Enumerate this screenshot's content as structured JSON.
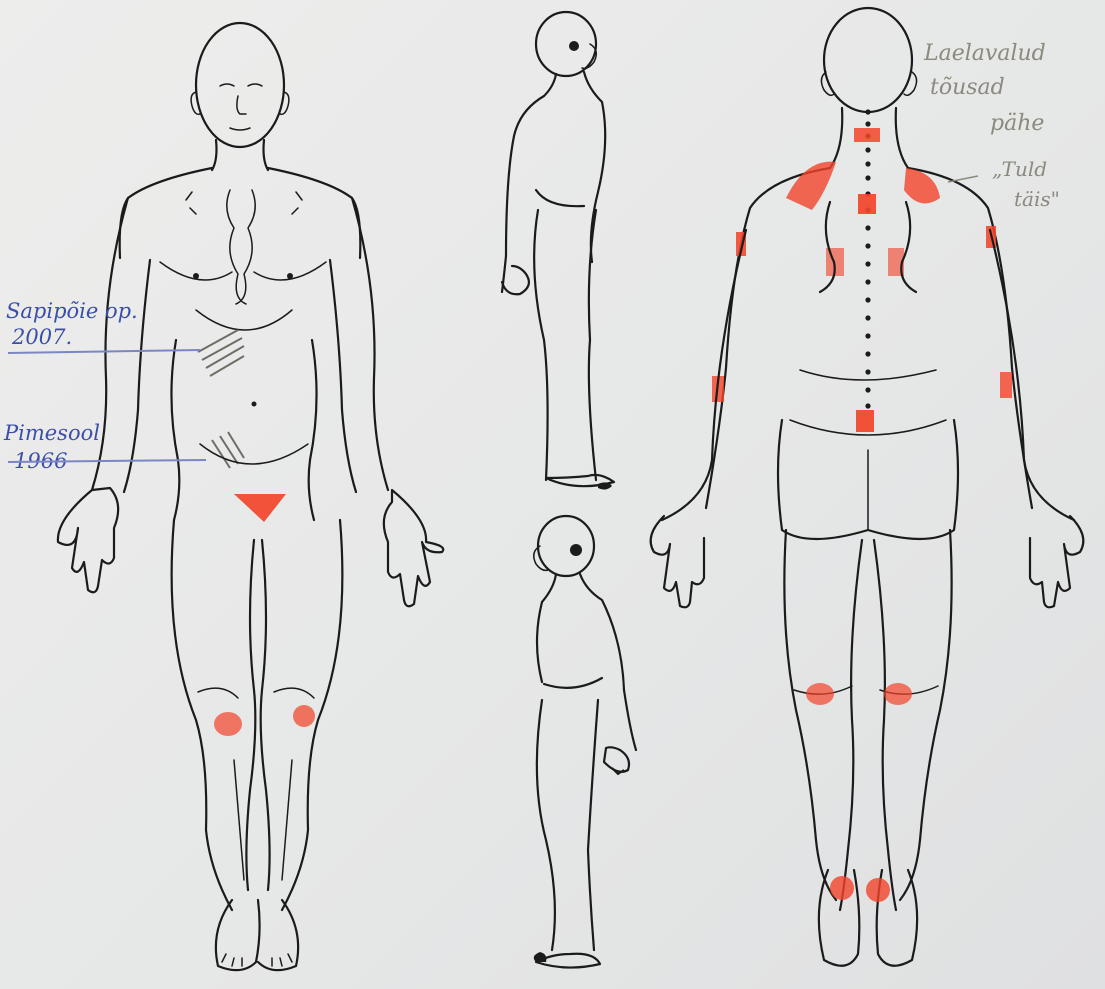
{
  "colors": {
    "paper": "#e9eaea",
    "ink": "#1b1b1b",
    "pain_marker": "#f2442a",
    "blue_pen": "#3b4fa8",
    "pencil": "#8a8a7e"
  },
  "annotations": {
    "left_upper_1": "Sapipõie op.",
    "left_upper_2": "2007.",
    "left_lower_1": "Pimesool",
    "left_lower_2": "1966",
    "right_upper_1": "Laelavalud",
    "right_upper_2": "tõusad",
    "right_upper_3": "pähe",
    "right_lower_1": "„Tuld",
    "right_lower_2": "täis\""
  },
  "figures": [
    {
      "view": "front",
      "icon": "body-front-figure"
    },
    {
      "view": "side-left",
      "icon": "body-side-figure"
    },
    {
      "view": "side-right",
      "icon": "body-side-figure"
    },
    {
      "view": "back",
      "icon": "body-back-figure"
    }
  ],
  "pain_markers": [
    {
      "region": "pubic area",
      "view": "front"
    },
    {
      "region": "right knee",
      "view": "front"
    },
    {
      "region": "left knee",
      "view": "front"
    },
    {
      "region": "neck",
      "view": "back"
    },
    {
      "region": "left trapezius",
      "view": "back"
    },
    {
      "region": "right trapezius",
      "view": "back"
    },
    {
      "region": "upper spine",
      "view": "back"
    },
    {
      "region": "left shoulder",
      "view": "back"
    },
    {
      "region": "right shoulder",
      "view": "back"
    },
    {
      "region": "left scapula",
      "view": "back"
    },
    {
      "region": "right scapula",
      "view": "back"
    },
    {
      "region": "left elbow",
      "view": "back"
    },
    {
      "region": "right elbow",
      "view": "back"
    },
    {
      "region": "lower spine",
      "view": "back"
    },
    {
      "region": "left back of knee",
      "view": "back"
    },
    {
      "region": "right back of knee",
      "view": "back"
    },
    {
      "region": "left heel",
      "view": "back"
    },
    {
      "region": "right heel",
      "view": "back"
    }
  ]
}
